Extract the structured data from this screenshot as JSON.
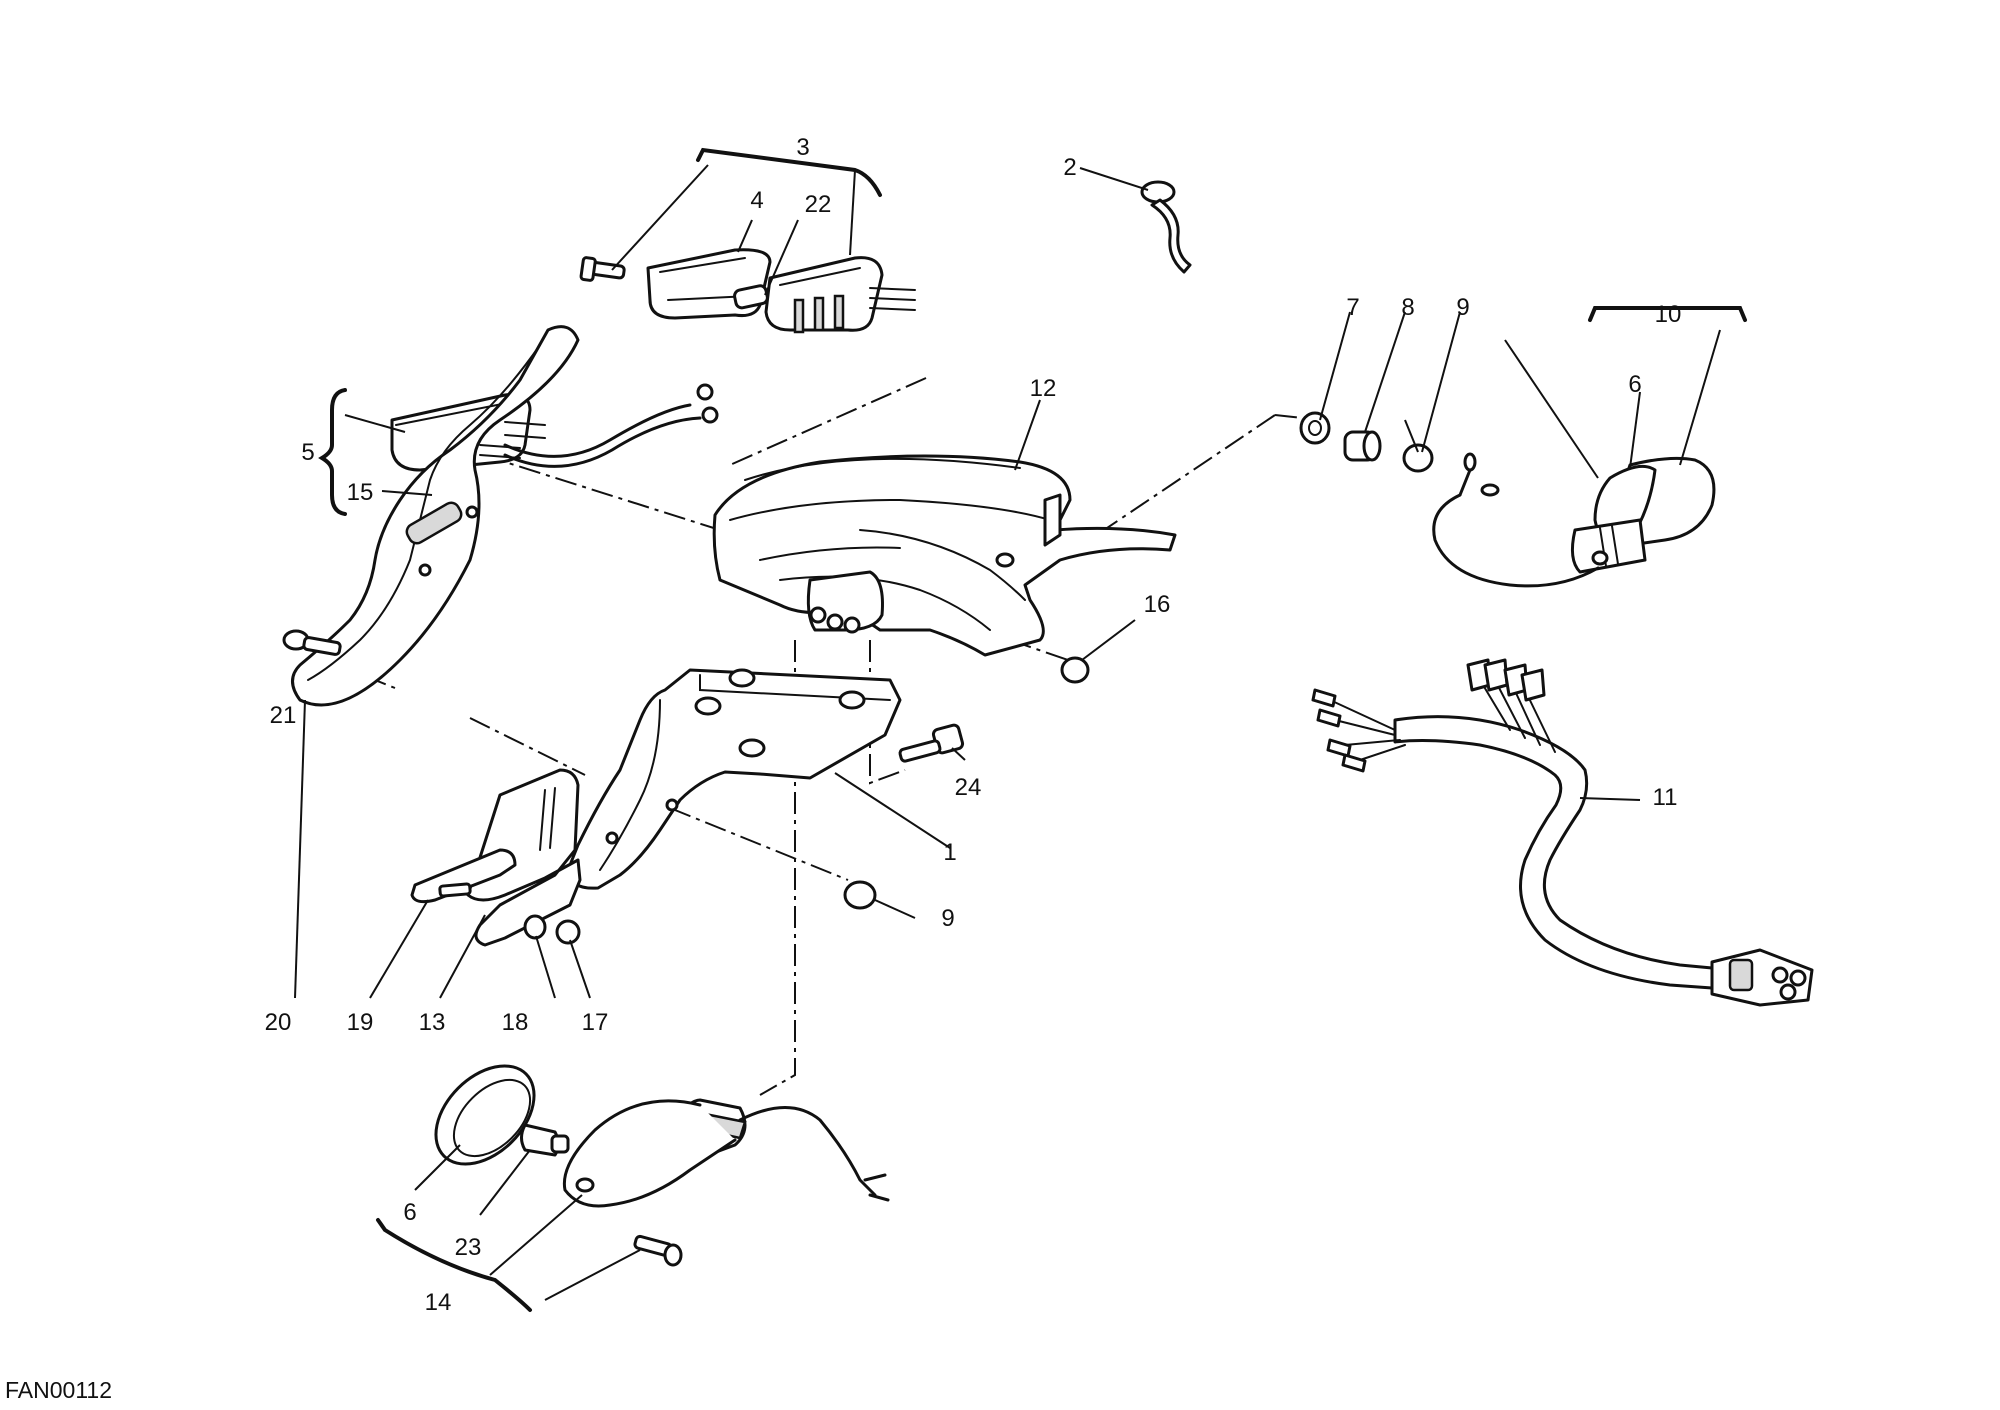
{
  "callouts": [
    {
      "label": "1"
    },
    {
      "label": "2"
    },
    {
      "label": "3"
    },
    {
      "label": "4"
    },
    {
      "label": "5"
    },
    {
      "label": "6"
    },
    {
      "label": "7"
    },
    {
      "label": "8"
    },
    {
      "label": "9"
    },
    {
      "label": "10"
    },
    {
      "label": "6"
    },
    {
      "label": "11"
    },
    {
      "label": "12"
    },
    {
      "label": "13"
    },
    {
      "label": "14"
    },
    {
      "label": "15"
    },
    {
      "label": "16"
    },
    {
      "label": "17"
    },
    {
      "label": "18"
    },
    {
      "label": "19"
    },
    {
      "label": "20"
    },
    {
      "label": "21"
    },
    {
      "label": "22"
    },
    {
      "label": "23"
    },
    {
      "label": "24"
    },
    {
      "label": "9"
    }
  ],
  "figure_code": "FAN00112",
  "colors": {
    "ink": "#111111",
    "background": "#ffffff",
    "shading": "#d9d9d9"
  }
}
